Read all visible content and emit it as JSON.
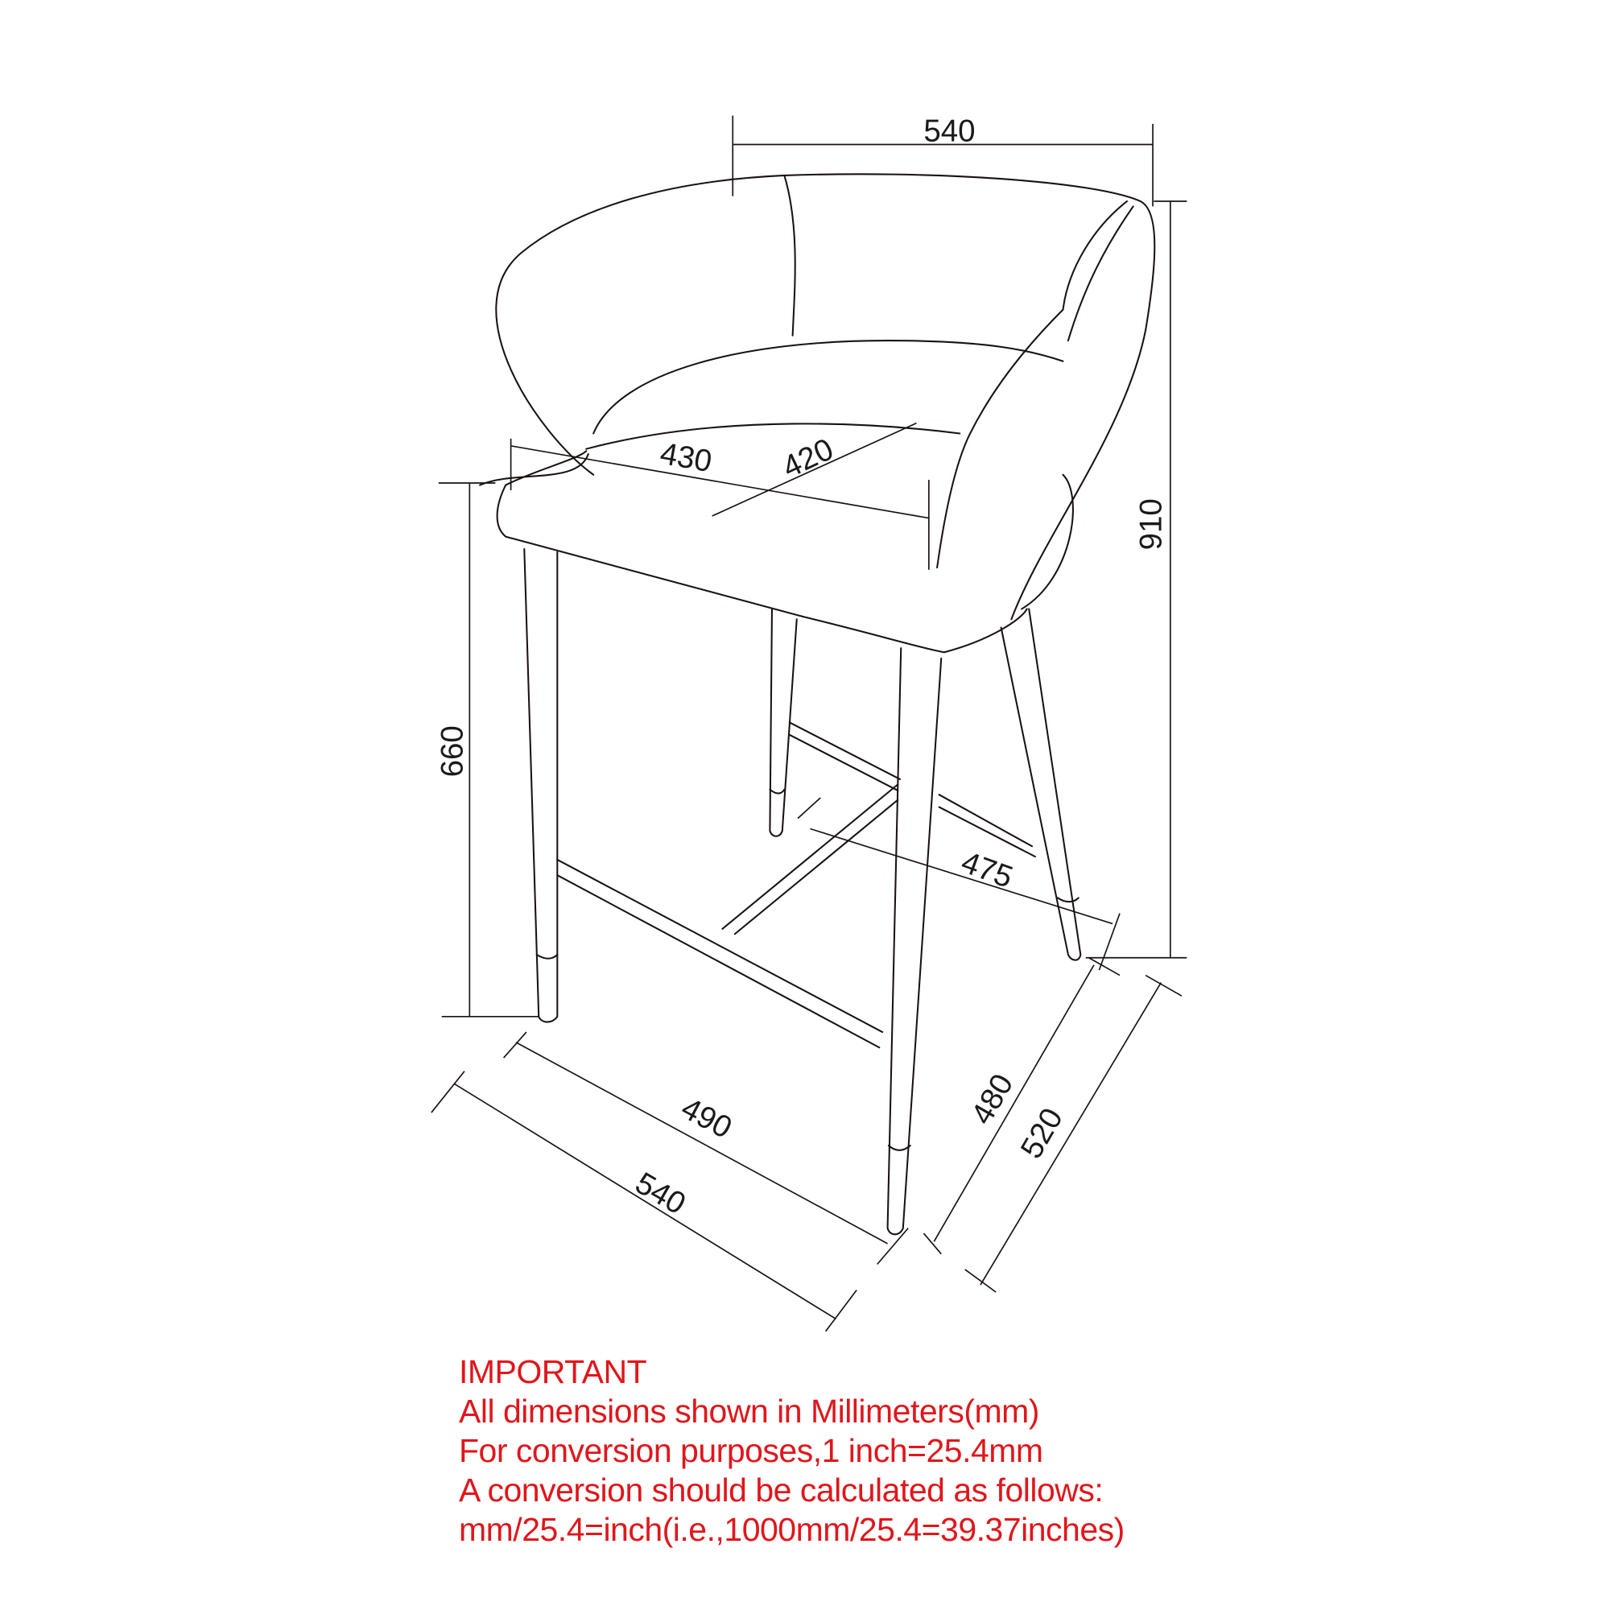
{
  "drawing": {
    "subject": "bar stool with curved backrest, four tapered legs and footrest stretchers",
    "dimensions": {
      "overall_width_top": "540",
      "overall_height": "910",
      "seat_height": "660",
      "seat_width": "430",
      "seat_depth": "420",
      "side_footprint_inner": "475",
      "front_footprint_inner": "490",
      "front_footprint_outer": "540",
      "side_depth_inner": "480",
      "side_depth_outer": "520"
    },
    "line_color": "#1a1210"
  },
  "notes": {
    "color": "#e0161b",
    "title": "IMPORTANT",
    "lines": [
      "All dimensions shown in Millimeters(mm)",
      "For conversion purposes,1 inch=25.4mm",
      "A conversion should be calculated as follows:",
      "mm/25.4=inch(i.e.,1000mm/25.4=39.37inches)"
    ]
  }
}
